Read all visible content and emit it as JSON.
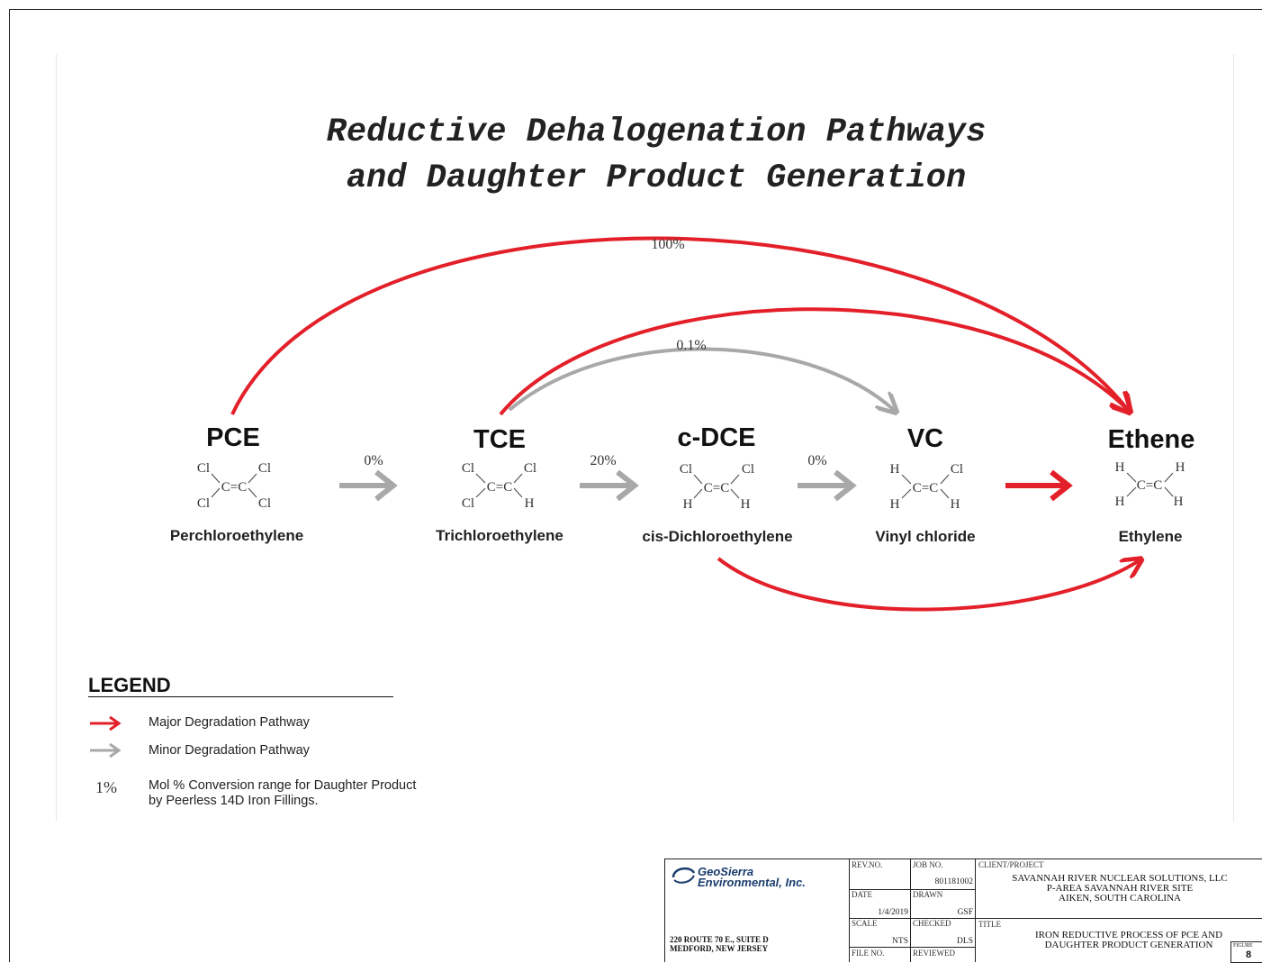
{
  "title": {
    "line1": "Reductive Dehalogenation Pathways",
    "line2": "and Daughter Product Generation"
  },
  "compounds": [
    {
      "abbr": "PCE",
      "name": "Perchloroethylene",
      "atoms": [
        "Cl",
        "Cl",
        "Cl",
        "Cl"
      ],
      "bond": "C=C"
    },
    {
      "abbr": "TCE",
      "name": "Trichloroethylene",
      "atoms": [
        "Cl",
        "Cl",
        "Cl",
        "H"
      ],
      "bond": "C=C"
    },
    {
      "abbr": "c-DCE",
      "name": "cis-Dichloroethylene",
      "atoms": [
        "Cl",
        "Cl",
        "H",
        "H"
      ],
      "bond": "C=C"
    },
    {
      "abbr": "VC",
      "name": "Vinyl chloride",
      "atoms": [
        "H",
        "Cl",
        "H",
        "H"
      ],
      "bond": "C=C"
    },
    {
      "abbr": "Ethene",
      "name": "Ethylene",
      "atoms": [
        "H",
        "H",
        "H",
        "H"
      ],
      "bond": "C=C"
    }
  ],
  "pathways": [
    {
      "from": "PCE",
      "to": "TCE",
      "type": "minor",
      "label": "0%"
    },
    {
      "from": "TCE",
      "to": "c-DCE",
      "type": "minor",
      "label": "20%"
    },
    {
      "from": "c-DCE",
      "to": "VC",
      "type": "minor",
      "label": "0%"
    },
    {
      "from": "VC",
      "to": "Ethene",
      "type": "major",
      "label": ""
    },
    {
      "from": "PCE",
      "to": "Ethene",
      "type": "major",
      "label": "100%"
    },
    {
      "from": "TCE",
      "to": "VC",
      "type": "minor",
      "label": "0.1%"
    },
    {
      "from": "TCE",
      "to": "Ethene",
      "type": "major",
      "label": ""
    },
    {
      "from": "c-DCE",
      "to": "Ethene",
      "type": "major",
      "label": ""
    }
  ],
  "colors": {
    "major": "#e3202a",
    "minor": "#a8a8a8"
  },
  "legend": {
    "title": "LEGEND",
    "major": "Major Degradation Pathway",
    "minor": "Minor Degradation Pathway",
    "pct_symbol": "1%",
    "pct_line1": "Mol % Conversion range for Daughter Product",
    "pct_line2": "by Peerless 14D Iron Fillings."
  },
  "title_block": {
    "company_line1": "GeoSierra",
    "company_line2": "Environmental, Inc.",
    "address_line1": "220 ROUTE 70 E., SUITE D",
    "address_line2": "MEDFORD, NEW JERSEY",
    "rev_no_label": "REV.NO.",
    "job_no_label": "JOB NO.",
    "job_no": "801181002",
    "date_label": "DATE",
    "date": "1/4/2019",
    "drawn_label": "DRAWN",
    "drawn": "GSF",
    "scale_label": "SCALE",
    "scale": "NTS",
    "checked_label": "CHECKED",
    "checked": "DLS",
    "file_no_label": "FILE NO.",
    "reviewed_label": "REVIEWED",
    "client_label": "CLIENT/PROJECT",
    "client_line1": "SAVANNAH RIVER NUCLEAR SOLUTIONS, LLC",
    "client_line2": "P-AREA SAVANNAH RIVER SITE",
    "client_line3": "AIKEN, SOUTH CAROLINA",
    "title_label": "TITLE",
    "title_line1": "IRON REDUCTIVE PROCESS OF PCE AND",
    "title_line2": "DAUGHTER PRODUCT GENERATION",
    "figure_label": "FIGURE",
    "figure_no": "8"
  }
}
